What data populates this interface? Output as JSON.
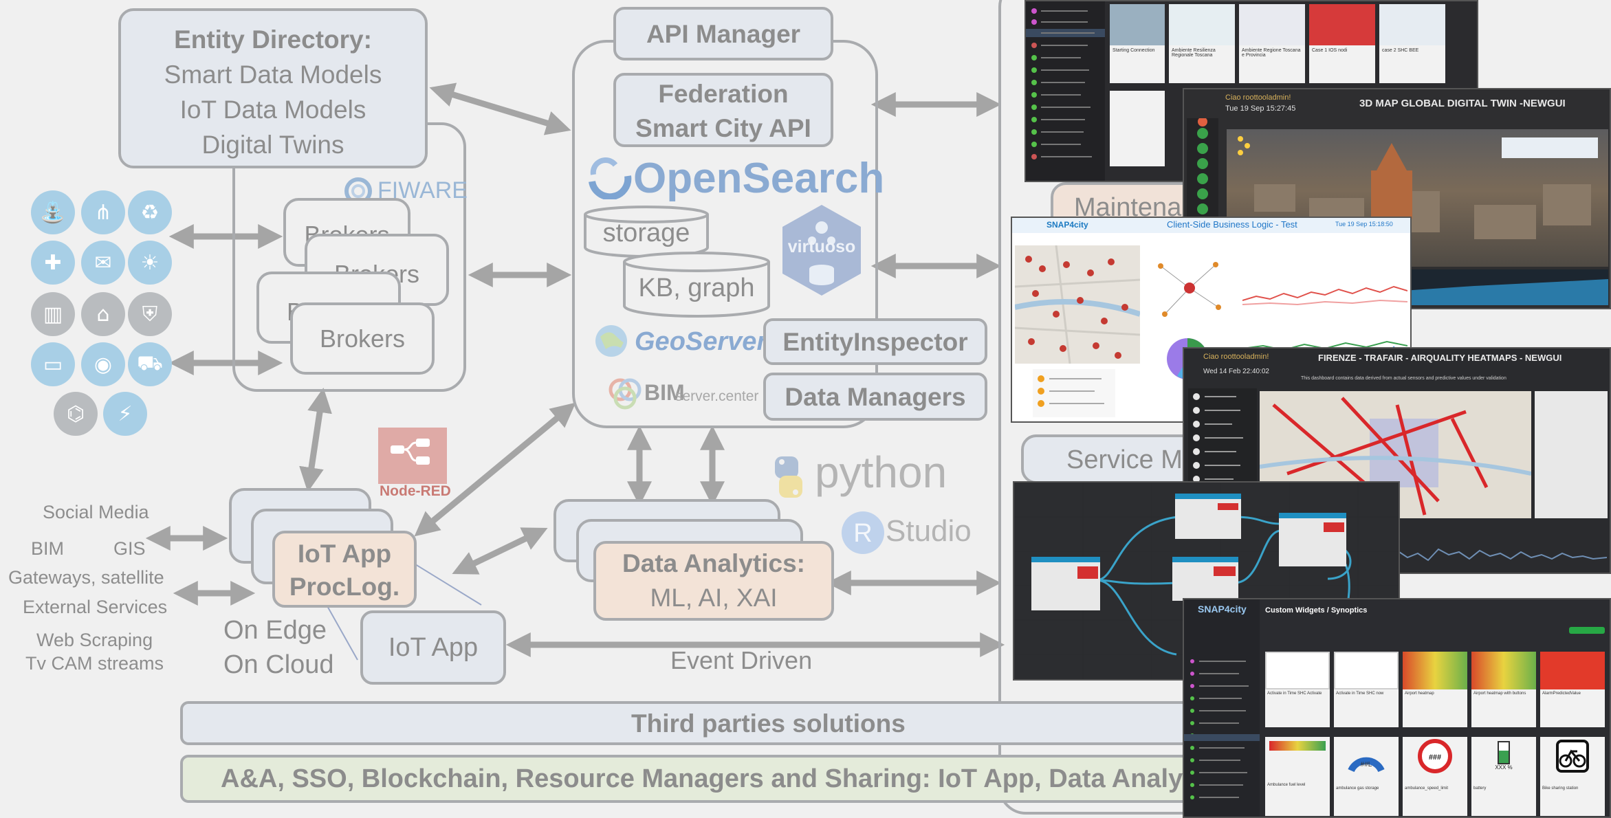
{
  "entity_directory": {
    "title": "Entity Directory:",
    "lines": [
      "Smart Data Models",
      "IoT Data Models",
      "Digital Twins"
    ]
  },
  "fiware_logo": "FIWARE",
  "brokers": {
    "back1": "Brokers",
    "back2": "Brokers",
    "back3": "Brokers",
    "front": "Brokers"
  },
  "api_manager": "API Manager",
  "federation": {
    "line1": "Federation",
    "line2": "Smart City API"
  },
  "opensearch": "OpenSearch",
  "storage": "storage",
  "kb_graph": "KB, graph",
  "virtuoso": "virtuoso",
  "geoserver": "GeoServer",
  "bimserver": {
    "main": "BIM",
    "sub": "server.center"
  },
  "entity_inspector": "EntityInspector",
  "data_managers": "Data Managers",
  "node_red": "Node-RED",
  "python": "python",
  "rstudio": "Studio",
  "iot_proclog": {
    "line1": "IoT App",
    "line2": "ProcLog."
  },
  "iot_app": "IoT App",
  "on_edge": "On Edge",
  "on_cloud": "On Cloud",
  "data_analytics": {
    "line1": "Data Analytics:",
    "line2": "ML, AI, XAI"
  },
  "event_driven": "Event Driven",
  "sources": {
    "social_media": "Social Media",
    "bim": "BIM",
    "gis": "GIS",
    "gateways": "Gateways, satellite",
    "external": "External Services",
    "web_scraping": "Web Scraping",
    "tv_cam": "Tv CAM streams"
  },
  "third_parties": "Third parties solutions",
  "aa_bar": "A&A, SSO, Blockchain, Resource Managers and Sharing: IoT App, Data Analytics",
  "partial_labels": {
    "maintenance": "Maintena",
    "service": "Service M"
  },
  "screenshots": {
    "map3d": {
      "title": "3D MAP GLOBAL DIGITAL TWIN -NEWGUI",
      "user": "Ciao roottooladmin!",
      "date": "Tue 19 Sep 15:27:45"
    },
    "client_side": {
      "title": "Client-Side Business Logic - Test",
      "brand": "SNAP4city",
      "date": "Tue 19 Sep 15:18:50"
    },
    "heatmaps": {
      "title": "FIRENZE - TRAFAIR - AIRQUALITY HEATMAPS - NEWGUI",
      "subtitle": "This dashboard contains data derived from actual sensors and predictive values under validation",
      "user": "Ciao roottooladmin!",
      "date": "Wed 14 Feb 22:40:02"
    },
    "widgets": {
      "title": "Custom Widgets / Synoptics",
      "brand": "SNAP4city",
      "cards_row1": [
        "Activate in Time SHC Activate",
        "Activate in Time SHC now",
        "Airport heatmap",
        "Airport heatmap with buttons",
        "AlarmPredictedValue"
      ],
      "cards_row2": [
        "Ambulance fuel level",
        "ambulance gas storage",
        "ambulance_speed_limit",
        "battery",
        "Bike sharing station"
      ],
      "values": [
        "##L",
        "XXX %",
        "###"
      ]
    },
    "dashboards": {
      "cards": [
        "Starting Connection",
        "Ambiente Resilienza Regionale Toscana",
        "Ambiente Regione Toscana e Provincia",
        "Case 1 IOS nodi",
        "case 2 SHC BEE"
      ]
    }
  },
  "colors": {
    "box_fill": "#e4e8ee",
    "box_border": "#a9abae",
    "peach": "#f3e3d7",
    "green_bar": "#e4ebda",
    "icon_blue": "#a8cfe6",
    "icon_grey": "#b9bcbf",
    "text": "#8c8c8c",
    "arrow": "#a5a5a5"
  },
  "icons": [
    "water-tap-icon",
    "network-share-icon",
    "recycle-icon",
    "medical-kit-icon",
    "chat-bubble-icon",
    "light-bulb-icon",
    "building-icon",
    "smart-home-icon",
    "security-shield-icon",
    "laptop-icon",
    "cctv-camera-icon",
    "car-icon",
    "graduation-cap-icon",
    "energy-bolt-icon"
  ]
}
